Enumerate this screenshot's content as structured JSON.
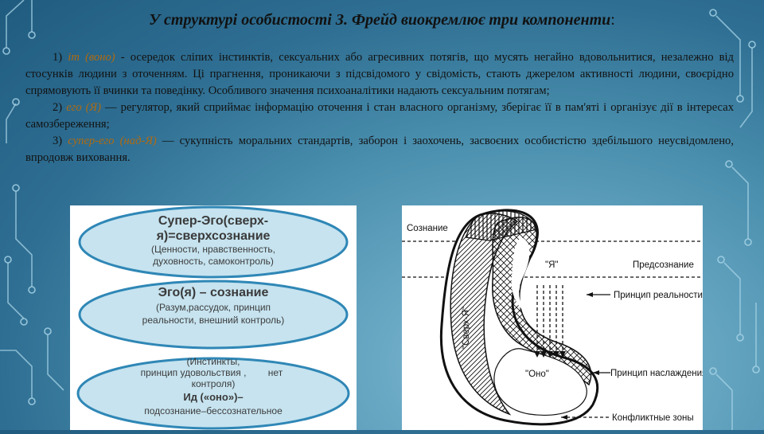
{
  "title": {
    "text": "У структурі особистості З. Фрейд виокремлює три компоненти",
    "colon": ":"
  },
  "paragraphs": [
    {
      "prefix": "1) ",
      "term": "іт (воно)",
      "text": " - осередок сліпих інстинктів, сексуальних або агресивних потягів, що мусять негайно вдовольнитися, незалежно від стосунків людини з оточенням. Ці прагнення, проникаючи з підсвідомого у свідомість, стають джерелом активності людини, своєрідно спрямовують її вчинки та поведінку. Особливого значення психоаналітики надають сексуальним потягам;"
    },
    {
      "prefix": "2) ",
      "term": "его (Я)",
      "text": " — регулятор, який сприймає інформацію оточення і стан власного організму, зберігає її в пам'яті і організує дії в інтересах самозбереження;"
    },
    {
      "prefix": "3) ",
      "term": "супер-его (над-Я)",
      "text": " — сукупність моральних стандартів, заборон і заохочень, засвоєних особистістю здебільшого неусвідомлено, впродовж виховання."
    }
  ],
  "left_diagram": {
    "superego": {
      "line1": "Супер-Эго(сверх-",
      "line2": "я)=сверхсознание",
      "line3": "(Ценности, нравственность,",
      "line4": "духовность, самоконтроль)"
    },
    "ego": {
      "line1": "Эго(я) – сознание",
      "line2": "(Разум,рассудок, принцип",
      "line3": "реальности, внешний контроль)"
    },
    "id": {
      "line1a": "(Инстинкты,",
      "line2a": "принцип удовольствия ,",
      "line2b": "нет",
      "line3a": "контроля)",
      "line4": "Ид («оно»)–",
      "line5": "подсознание–бессознательное"
    },
    "colors": {
      "fill": "#c6e3ef",
      "stroke": "#2f87b6"
    }
  },
  "right_diagram": {
    "labels": {
      "consciousness": "Сознание",
      "preconscious": "Предсознание",
      "reality_principle": "Принцип реальности",
      "pleasure_principle": "Принцип наслаждения",
      "conflict_zones": "Конфликтные зоны",
      "ego": "\"Я\"",
      "id": "\"Оно\"",
      "superego": "\"Сверх-Я\""
    }
  }
}
